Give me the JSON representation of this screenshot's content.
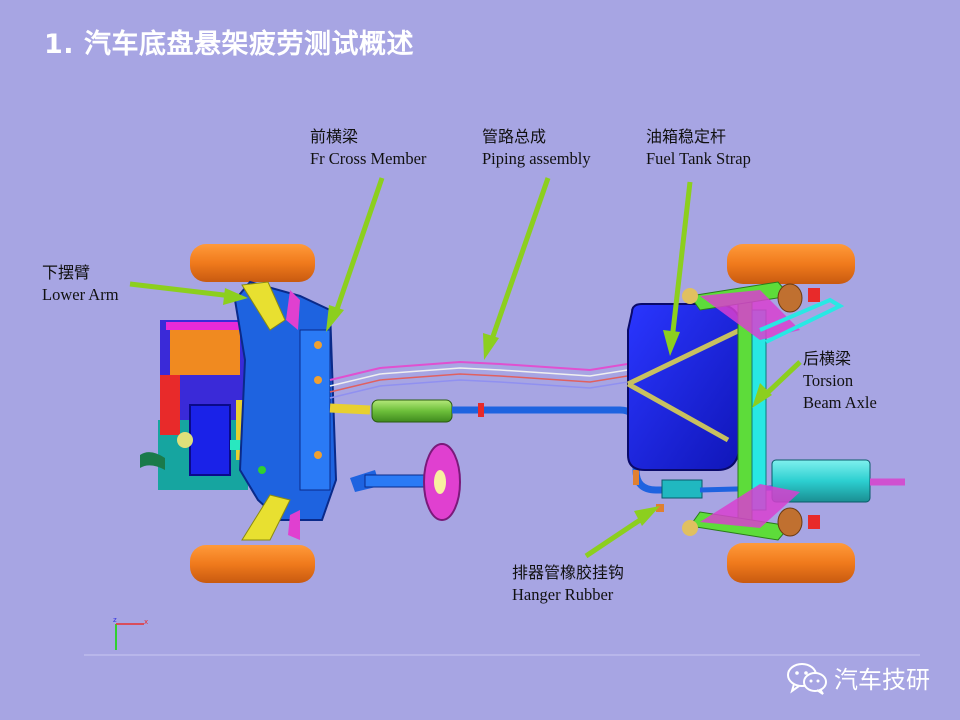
{
  "slide": {
    "title": "1. 汽车底盘悬架疲劳测试概述"
  },
  "labels": {
    "fr_cross_member": {
      "zh": "前横梁",
      "en": "Fr Cross Member"
    },
    "piping_assembly": {
      "zh": "管路总成",
      "en": "Piping assembly"
    },
    "fuel_tank_strap": {
      "zh": "油箱稳定杆",
      "en": "Fuel Tank Strap"
    },
    "lower_arm": {
      "zh": "下摆臂",
      "en": "Lower Arm"
    },
    "torsion_beam_axle": {
      "zh": "后横梁",
      "en_line1": "Torsion",
      "en_line2": "Beam Axle"
    },
    "hanger_rubber": {
      "zh": "排器管橡胶挂钩",
      "en": "Hanger Rubber"
    }
  },
  "axis_triad": {
    "z": "z",
    "x": "x"
  },
  "brand": {
    "icon": "wechat-icon",
    "text": "汽车技研"
  },
  "colors": {
    "background": "#a7a5e3",
    "arrow": "#8ccf1e",
    "tire": "#f07a1c",
    "frame_blue": "#1e63e0",
    "fuel_tank": "#1a22e8",
    "beam_green": "#5ddc3a",
    "beam_cyan": "#28e8e4"
  }
}
